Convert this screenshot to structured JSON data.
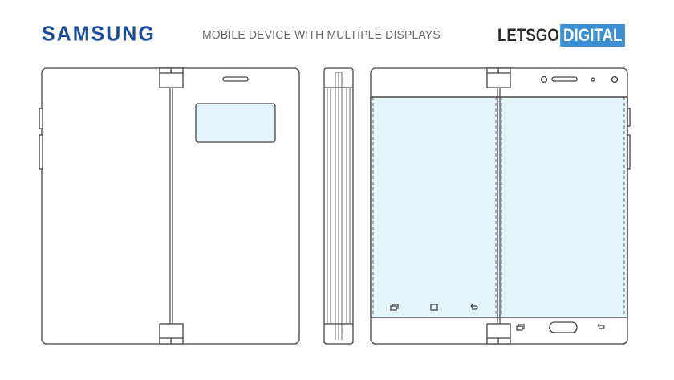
{
  "header": {
    "brand": "SAMSUNG",
    "title": "MOBILE DEVICE WITH MULTIPLE DISPLAYS",
    "source_logo_part1": "LETSGO",
    "source_logo_part2": "DIGITAL"
  },
  "colors": {
    "brand_blue": "#1b4d9c",
    "logo_blue": "#3b8fd4",
    "screen_fill": "#e3f4fb",
    "outline": "#444444"
  },
  "figures": [
    {
      "name": "folded-device-rear-view",
      "icons": [
        "hinge",
        "speaker",
        "cover-display",
        "side-buttons"
      ]
    },
    {
      "name": "folded-device-side-view"
    },
    {
      "name": "unfolded-device-front-view",
      "icons": [
        "camera",
        "speaker",
        "sensor",
        "camera",
        "recent-apps",
        "home",
        "back",
        "recent-apps",
        "home-button",
        "back"
      ]
    }
  ]
}
